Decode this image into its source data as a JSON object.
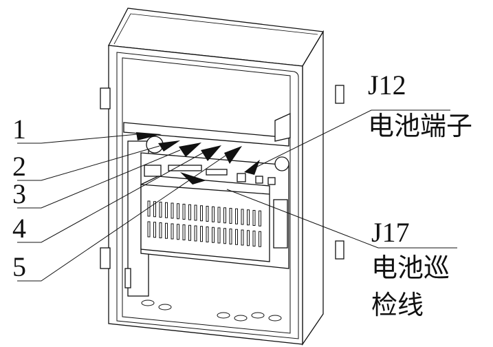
{
  "callouts": {
    "n1": "1",
    "n2": "2",
    "n3": "3",
    "n4": "4",
    "n5": "5",
    "j12": {
      "code": "J12",
      "desc": "电池端子"
    },
    "j17": {
      "code": "J17",
      "desc_line1": "电池巡",
      "desc_line2": "检线"
    }
  },
  "colors": {
    "line": "#111111",
    "background": "#ffffff"
  }
}
